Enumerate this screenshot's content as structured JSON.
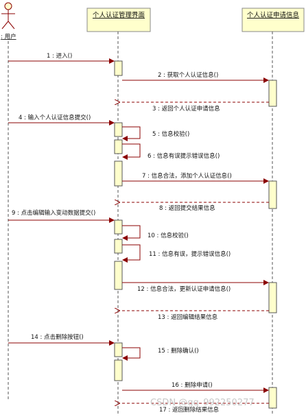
{
  "actor": {
    "label": ": 用户"
  },
  "participants": [
    {
      "label": "个人认证管理界面"
    },
    {
      "label": "个人认证申请信息"
    }
  ],
  "messages": [
    {
      "label": "1 : 进入()"
    },
    {
      "label": "2 : 获取个人认证信息()"
    },
    {
      "label": "3 : 返回个人认证申请信息"
    },
    {
      "label": "4 : 输入个人认证信息提交()"
    },
    {
      "label": "5 : 信息校验()"
    },
    {
      "label": "6 : 信息有误提示错误信息()"
    },
    {
      "label": "7 : 信息合法，添加个人认证信息()"
    },
    {
      "label": "8 : 返回提交结果信息"
    },
    {
      "label": "9 : 点击编辑输入变动数据提交()"
    },
    {
      "label": "10 : 信息校验()"
    },
    {
      "label": "11 : 信息有误，提示错误信息()"
    },
    {
      "label": "12 : 信息合法，更新认证申请信息()"
    },
    {
      "label": "13 : 返回编辑结果信息"
    },
    {
      "label": "14 : 点击删除按钮()"
    },
    {
      "label": "15 : 删除确认()"
    },
    {
      "label": "16 : 删除申请()"
    },
    {
      "label": "17 : 返回删除结果信息"
    }
  ],
  "watermark": "CSDN @qq_992250277",
  "colors": {
    "message_line": "#8b0000",
    "activation_fill": "#ffffcc",
    "box_border": "#888888"
  }
}
